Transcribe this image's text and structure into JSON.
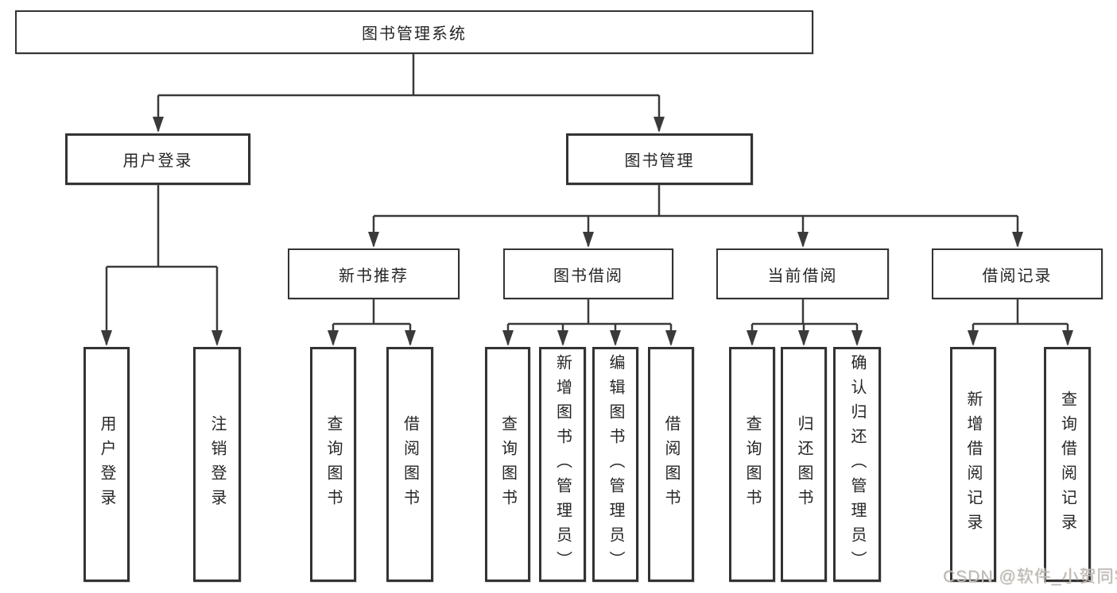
{
  "diagram": {
    "root": {
      "label": "图书管理系统"
    },
    "level2": [
      {
        "label": "用户登录"
      },
      {
        "label": "图书管理"
      }
    ],
    "level3": [
      {
        "label": "新书推荐"
      },
      {
        "label": "图书借阅"
      },
      {
        "label": "当前借阅"
      },
      {
        "label": "借阅记录"
      }
    ],
    "leaves": {
      "user_login": [
        "用户登录",
        "注销登录"
      ],
      "new_book": [
        "查询图书",
        "借阅图书"
      ],
      "book_borrow": [
        "查询图书",
        "新增图书（管理员）",
        "编辑图书（管理员）",
        "借阅图书"
      ],
      "current_borrow": [
        "查询图书",
        "归还图书",
        "确认归还（管理员）"
      ],
      "borrow_records": [
        "新增借阅记录",
        "查询借阅记录"
      ]
    }
  },
  "watermark": {
    "text": "CSDN @软件_小贺同学"
  },
  "colors": {
    "line": "#3a3a3a",
    "box_border": "#333333",
    "text": "#262626",
    "watermark": "#b9b9b9",
    "background": "#ffffff"
  }
}
